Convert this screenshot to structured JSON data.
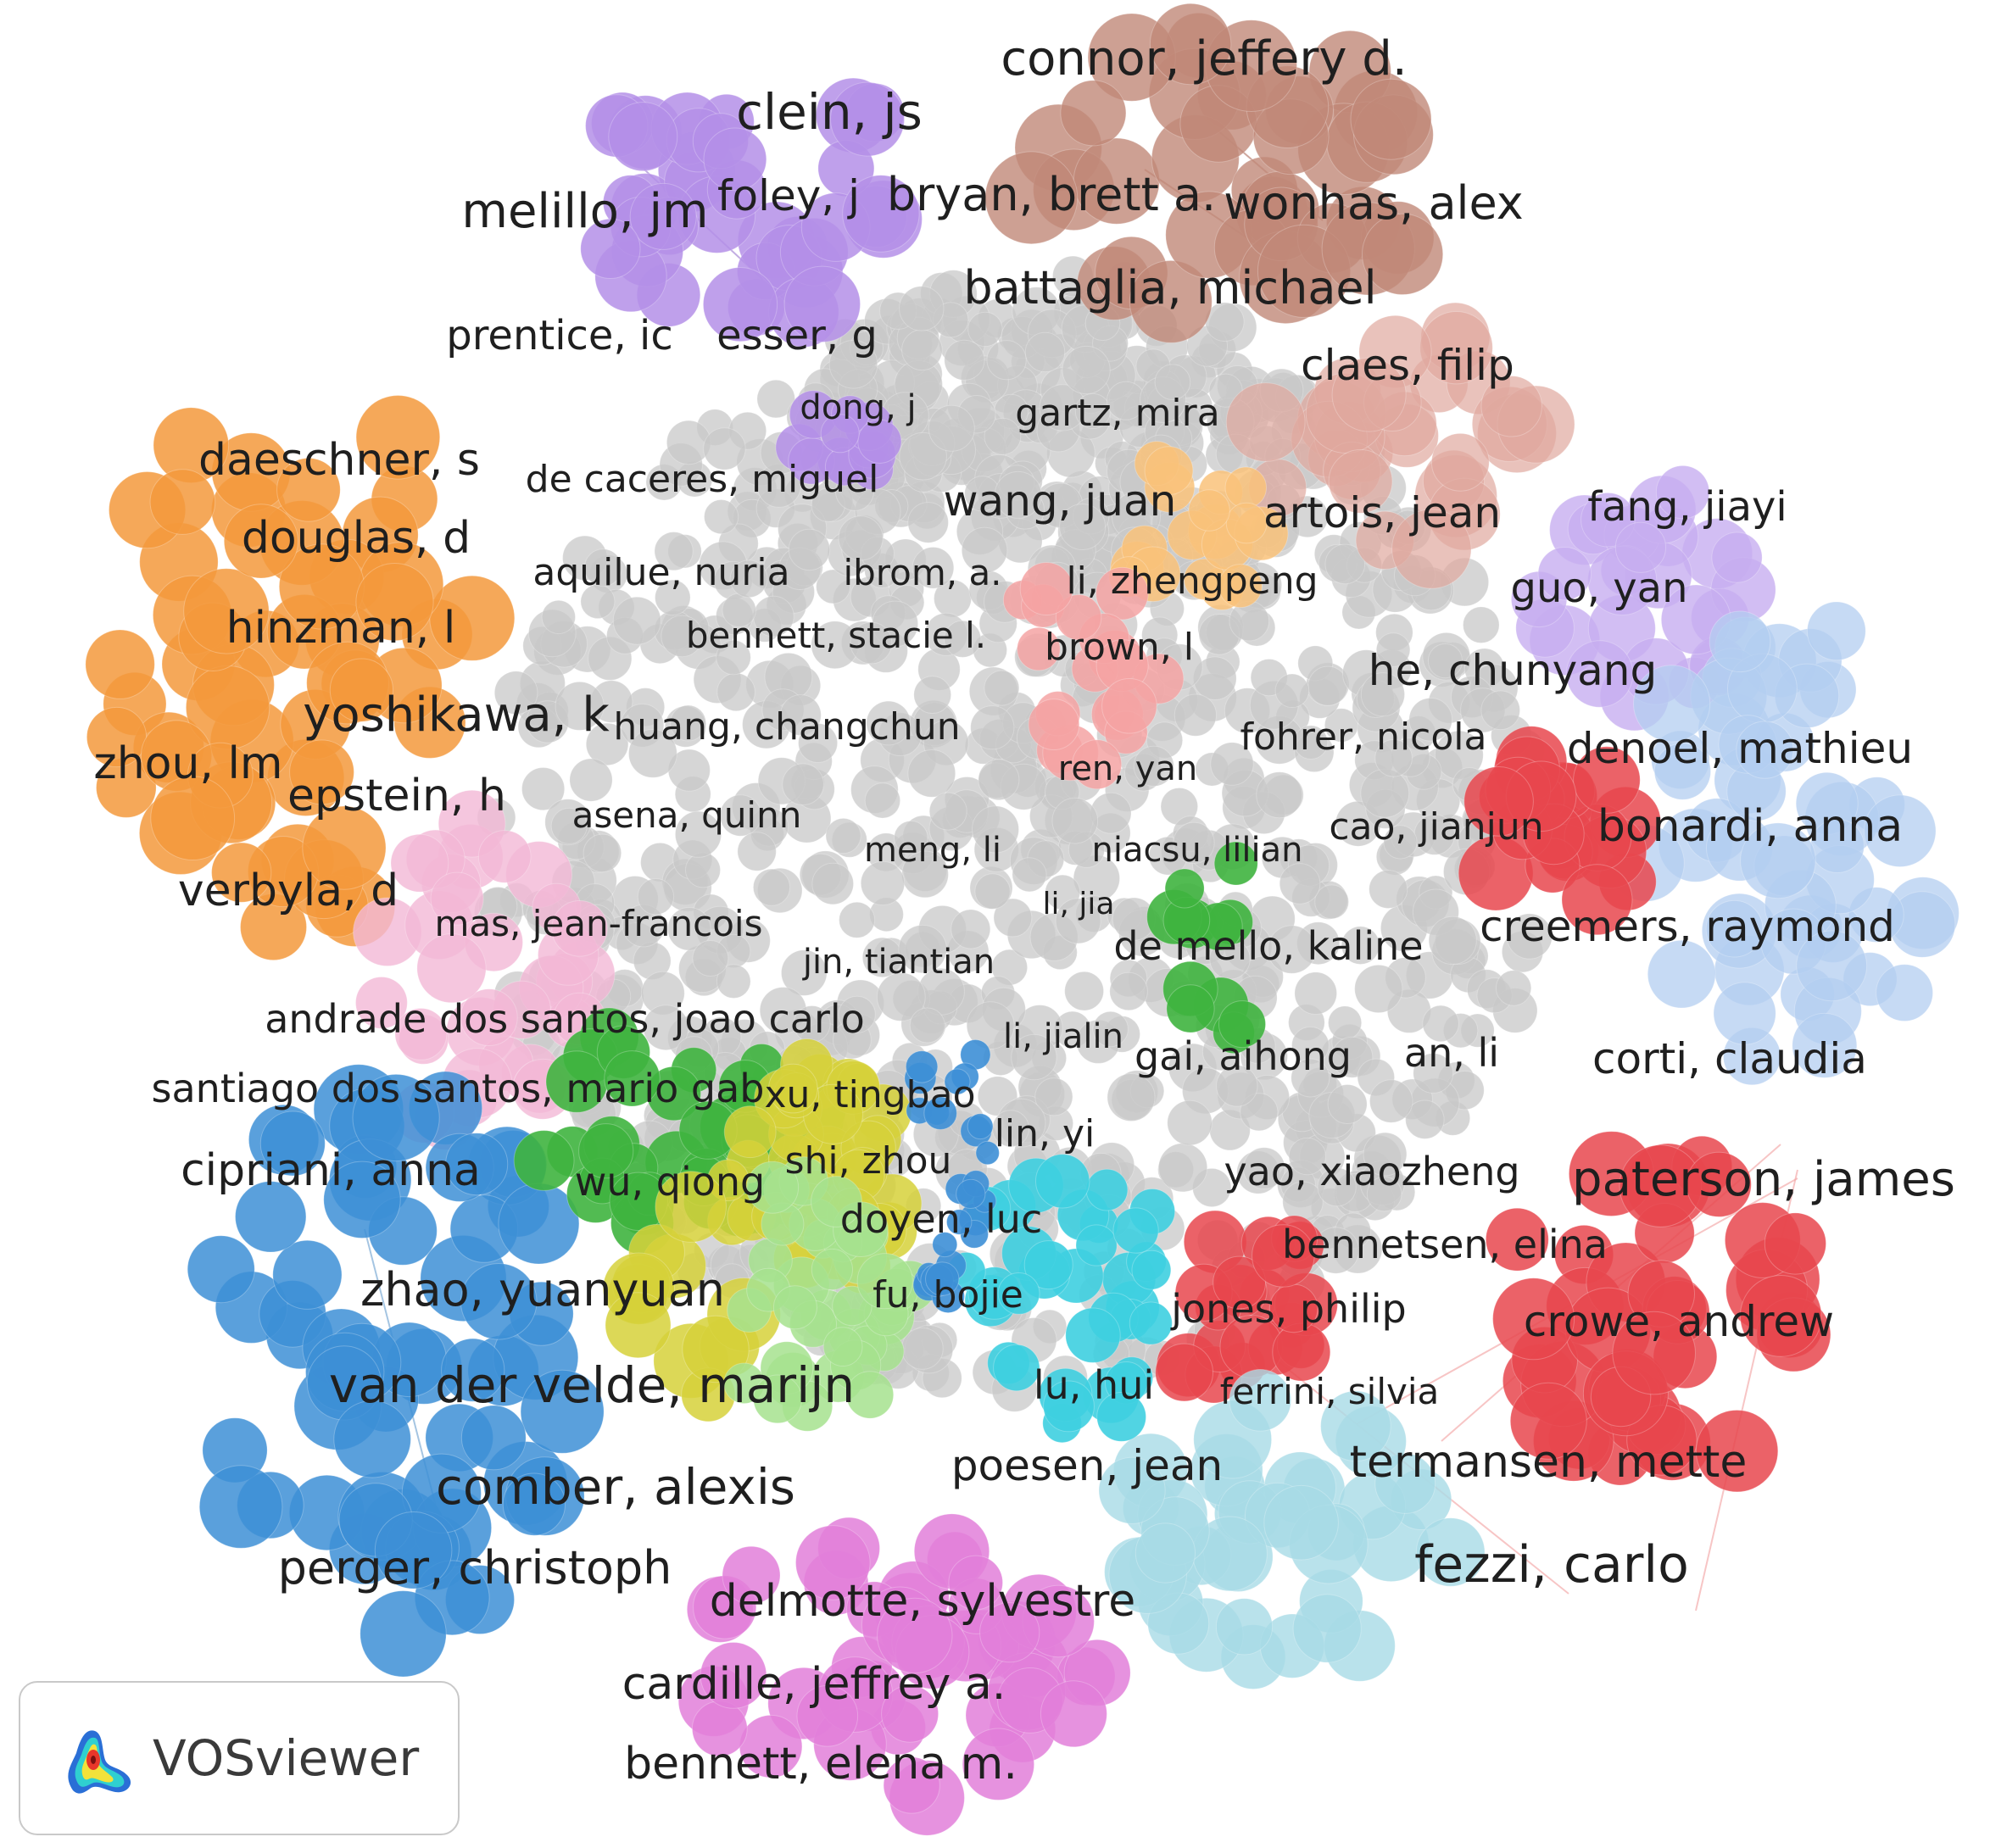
{
  "app": {
    "name": "VOSviewer",
    "logo_icon": "vosviewer-heatmap-icon"
  },
  "network": {
    "type": "co-authorship network",
    "node_default_color": "#c9c9c9",
    "clusters": [
      {
        "id": "gray",
        "color": "#c8c8c8",
        "labels": [
          "battaglia, michael",
          "gartz, mira",
          "de caceres, miguel",
          "wang, juan",
          "artois, jean",
          "aquilue, nuria",
          "ibrom, a.",
          "li, zhengpeng",
          "bennett, stacie l.",
          "brown, l",
          "he, chunyang",
          "huang, changchun",
          "fohrer, nicola",
          "ren, yan",
          "asena, quinn",
          "meng, li",
          "niacsu, lilian",
          "cao, jianjun",
          "li, jia",
          "de mello, kaline",
          "li, jialin",
          "gai, aihong",
          "an, li",
          "yao, xiaozheng",
          "bennetsen, elina",
          "lu, hui",
          "poesen, jean",
          "jones, philip",
          "ferrini, silvia"
        ]
      },
      {
        "id": "purple",
        "color": "#b48fe8",
        "labels": [
          "clein, js",
          "melillo, jm",
          "foley, j",
          "prentice, ic",
          "esser, g",
          "dong, j"
        ]
      },
      {
        "id": "brown",
        "color": "#c08878",
        "labels": [
          "connor, jeffery d.",
          "bryan, brett a.",
          "wonhas, alex"
        ]
      },
      {
        "id": "rose",
        "color": "#dfa89e",
        "labels": [
          "claes, filip"
        ]
      },
      {
        "id": "lavender",
        "color": "#c7aef0",
        "labels": [
          "fang, jiayi",
          "guo, yan"
        ]
      },
      {
        "id": "orange",
        "color": "#f3993c",
        "labels": [
          "daeschner, s",
          "douglas, d",
          "hinzman, l",
          "yoshikawa, k",
          "zhou, lm",
          "epstein, h",
          "verbyla, d"
        ]
      },
      {
        "id": "lightblue",
        "color": "#b3cef0",
        "labels": [
          "denoel, mathieu",
          "bonardi, anna",
          "creemers, raymond",
          "corti, claudia"
        ]
      },
      {
        "id": "red",
        "color": "#e8474e",
        "labels": [
          "paterson, james",
          "crowe, andrew",
          "termansen, mette",
          "fezzi, carlo"
        ]
      },
      {
        "id": "pink",
        "color": "#f2b8d6",
        "labels": [
          "mas, jean-francois",
          "andrade dos santos, joao carlo",
          "santiago dos santos, mario gab"
        ]
      },
      {
        "id": "green",
        "color": "#3fb43f",
        "labels": [
          "jin, tiantian",
          "wu, qiong"
        ]
      },
      {
        "id": "yellow",
        "color": "#d6d13a",
        "labels": [
          "xu, tingbao",
          "shi, zhou",
          "doyen, luc"
        ]
      },
      {
        "id": "lightgreen",
        "color": "#a6e28e",
        "labels": [
          "fu, bojie"
        ]
      },
      {
        "id": "cyan",
        "color": "#3ecfe0",
        "labels": [
          "lin, yi"
        ]
      },
      {
        "id": "blue",
        "color": "#3d8fd6",
        "labels": [
          "cipriani, anna",
          "zhao, yuanyuan",
          "van der velde, marijn",
          "comber, alexis",
          "perger, christoph"
        ]
      },
      {
        "id": "paleteal",
        "color": "#a8dbe6",
        "labels": []
      },
      {
        "id": "magenta",
        "color": "#e27fd9",
        "labels": [
          "delmotte, sylvestre",
          "cardille, jeffrey a.",
          "bennett, elena m."
        ]
      },
      {
        "id": "peach",
        "color": "#f9c27a",
        "labels": []
      },
      {
        "id": "salmon",
        "color": "#f5a3a3",
        "labels": []
      }
    ]
  }
}
